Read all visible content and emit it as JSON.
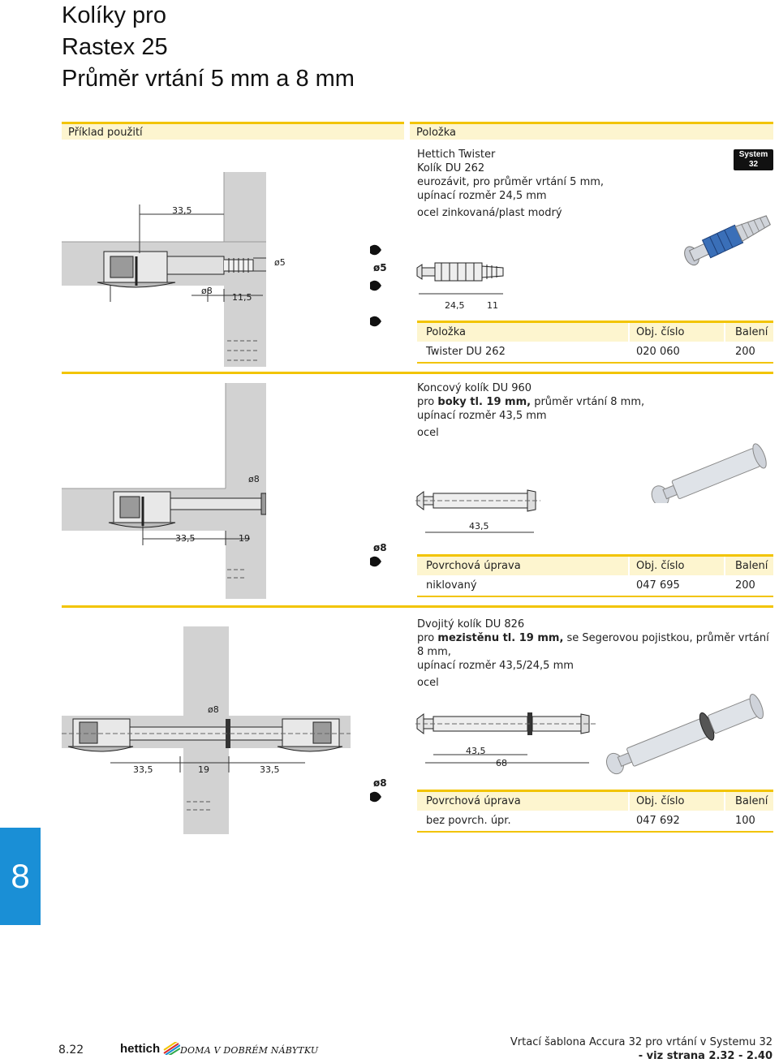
{
  "title": {
    "line1": "Kolíky pro",
    "line2": "Rastex 25",
    "line3": "Průměr vrtání 5 mm a 8 mm"
  },
  "header": {
    "left": "Příklad použití",
    "right": "Položka"
  },
  "logo_text": "System 32",
  "items": [
    {
      "name_line1": "Hettich Twister",
      "name_line2": "Kolík DU 262",
      "desc_line1": "eurozávit, pro průměr vrtání 5 mm,",
      "desc_line2": "upínací rozměr 24,5 mm",
      "material": "ocel zinkovaná/plast modrý",
      "drill_label": "ø5",
      "diagram_dims": {
        "d1": "33,5",
        "d2": "ø5",
        "d3": "ø8",
        "d4": "11,5"
      },
      "part_dims": {
        "a": "24,5",
        "b": "11"
      },
      "table_headers": [
        "Položka",
        "Obj. číslo",
        "Balení"
      ],
      "table_row": [
        "Twister DU 262",
        "020 060",
        "200"
      ]
    },
    {
      "name_line1": "Koncový kolík DU 960",
      "desc_line1_pre": "pro ",
      "desc_line1_bold": "boky tl. 19 mm,",
      "desc_line1_post": " průměr vrtání 8 mm,",
      "desc_line2": "upínací rozměr 43,5 mm",
      "material": "ocel",
      "drill_label": "ø8",
      "diagram_dims": {
        "d1": "ø8",
        "d2": "33,5",
        "d3": "19"
      },
      "part_dims": {
        "a": "43,5"
      },
      "table_headers": [
        "Povrchová úprava",
        "Obj. číslo",
        "Balení"
      ],
      "table_row": [
        "niklovaný",
        "047 695",
        "200"
      ]
    },
    {
      "name_line1": "Dvojitý kolík DU 826",
      "desc_line1_pre": "pro ",
      "desc_line1_bold": "mezistěnu tl. 19 mm,",
      "desc_line1_post": " se Segerovou pojistkou, průměr vrtání 8 mm,",
      "desc_line2": "upínací rozměr 43,5/24,5 mm",
      "material": "ocel",
      "drill_label": "ø8",
      "diagram_dims": {
        "d1": "ø8",
        "d2": "33,5",
        "d3": "19",
        "d4": "33,5"
      },
      "part_dims": {
        "a": "43,5",
        "b": "68"
      },
      "table_headers": [
        "Povrchová úprava",
        "Obj. číslo",
        "Balení"
      ],
      "table_row": [
        "bez povrch. úpr.",
        "047 692",
        "100"
      ]
    }
  ],
  "chapter_number": "8",
  "footer": {
    "page": "8.22",
    "brand": "hettich",
    "slogan": "DOMA V DOBRÉM NÁBYTKU",
    "note_line1": "Vrtací šablona Accura 32 pro vrtání v Systemu 32",
    "note_line2": "- viz strana 2.32 - 2.40"
  },
  "colors": {
    "accent_yellow": "#f2c400",
    "header_fill": "#fdf5cf",
    "chapter_blue": "#1a8fd6",
    "diagram_gray": "#c8c8c8",
    "twister_blue": "#3a6fb8"
  }
}
